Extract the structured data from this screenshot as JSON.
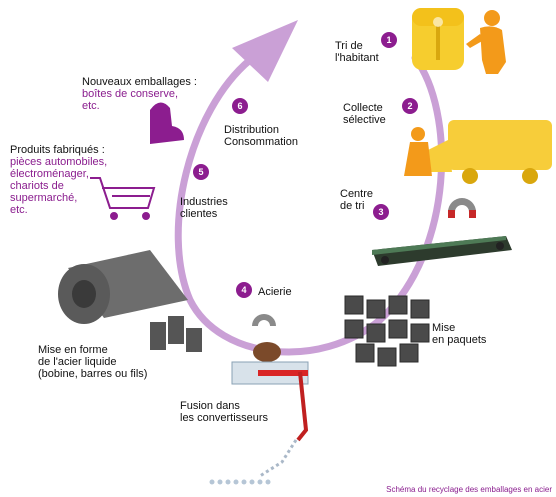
{
  "steps": [
    {
      "num": "1",
      "lines": [
        "Tri de",
        "l'habitant"
      ]
    },
    {
      "num": "2",
      "lines": [
        "Collecte",
        "sélective"
      ]
    },
    {
      "num": "3",
      "lines": [
        "Centre",
        "de tri"
      ]
    },
    {
      "num": "4",
      "lines": [
        "Acierie"
      ]
    },
    {
      "num": "5",
      "lines": [
        "Industries",
        "clientes"
      ]
    },
    {
      "num": "6",
      "lines": [
        "Distribution",
        "Consommation"
      ]
    }
  ],
  "notes": {
    "nouveaux": {
      "title": "Nouveaux emballages :",
      "sub": [
        "boîtes de conserve,",
        "etc."
      ]
    },
    "produits": {
      "title": "Produits fabriqués :",
      "sub": [
        "pièces automobiles,",
        "électroménager,",
        "chariots de",
        "supermarché,",
        "etc."
      ]
    },
    "paquets": [
      "Mise",
      "en paquets"
    ],
    "acier_liquide": [
      "Mise en forme",
      "de l'acier liquide",
      "(bobine, barres ou fils)"
    ],
    "fusion": [
      "Fusion dans",
      "les convertisseurs"
    ]
  },
  "caption": "Schéma du recyclage des emballages en acier",
  "colors": {
    "arrow": "#caa0d6",
    "badge": "#8c1d8f",
    "accent_text": "#8a1d8e",
    "bin_yellow": "#f6cd2e",
    "truck_yellow": "#f7cd3a",
    "person_orange": "#f39a1a"
  },
  "icons": [
    "sorting-bin-icon",
    "person-icon",
    "garbage-truck-icon",
    "magnet-conveyor-icon",
    "steel-bales-icon",
    "converter-icon",
    "steel-coil-icon",
    "shopping-cart-icon",
    "car-seat-icon"
  ]
}
